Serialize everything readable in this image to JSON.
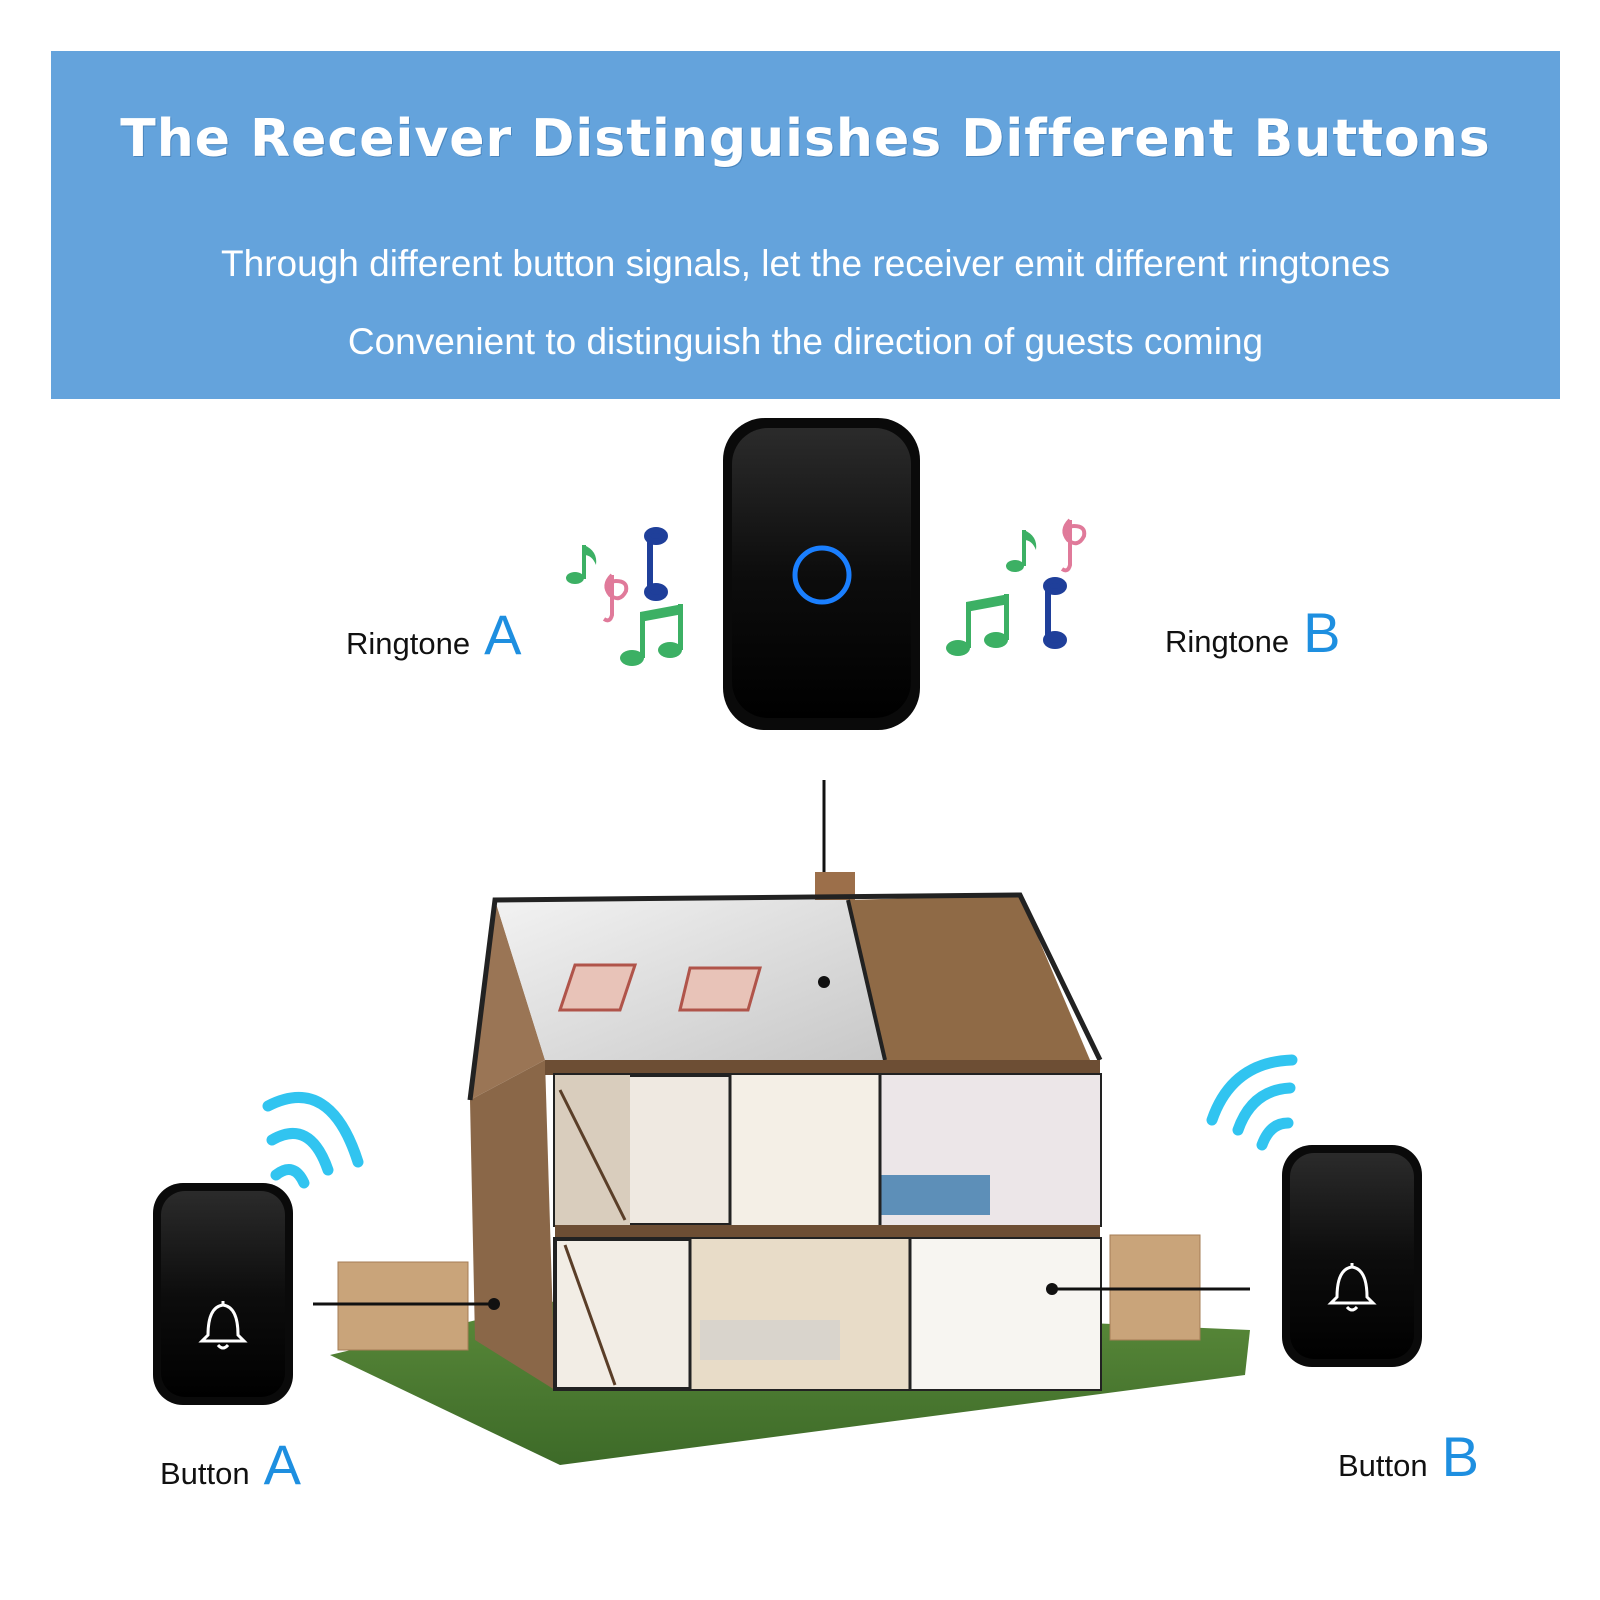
{
  "banner": {
    "title": "The Receiver Distinguishes Different Buttons",
    "line1": "Through different button signals, let the receiver emit different ringtones",
    "line2": "Convenient to distinguish the direction of guests coming"
  },
  "ringtone_a": {
    "name": "Ringtone",
    "letter": "A"
  },
  "ringtone_b": {
    "name": "Ringtone",
    "letter": "B"
  },
  "button_a": {
    "name": "Button",
    "letter": "A"
  },
  "button_b": {
    "name": "Button",
    "letter": "B"
  },
  "colors": {
    "banner": "#64a3dc",
    "accent": "#1e8fe0",
    "wave": "#31c4f0",
    "note_green": "#3cb064",
    "note_navy": "#1f3f9a",
    "note_pink": "#e07a9a",
    "device": "#111111"
  },
  "icons": [
    "music-note-icon",
    "treble-clef-icon",
    "bell-icon",
    "signal-wave-icon",
    "power-ring-icon"
  ]
}
